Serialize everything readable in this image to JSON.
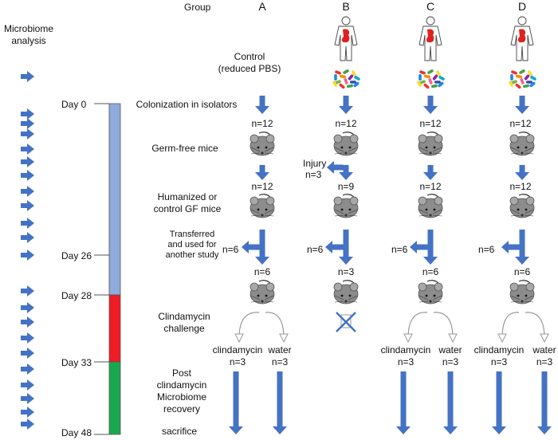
{
  "header": {
    "microbiome_line1": "Microbiome",
    "microbiome_line2": "analysis",
    "group_label": "Group",
    "groups": [
      "A",
      "B",
      "C",
      "D"
    ]
  },
  "timeline": {
    "day0": "Day 0",
    "day26": "Day 26",
    "day28": "Day 28",
    "day33": "Day 33",
    "day48": "Day 48",
    "colors": {
      "colonization": "#8faadc",
      "clindamycin": "#ee1c24",
      "recovery": "#1aa84f"
    }
  },
  "steps": {
    "control_line1": "Control",
    "control_line2": "(reduced PBS)",
    "colonization": "Colonization in isolators",
    "germ_free": "Germ-free mice",
    "humanized_line1": "Humanized or",
    "humanized_line2": "control GF mice",
    "transferred_line1": "Transferred",
    "transferred_line2": "and used for",
    "transferred_line3": "another study",
    "clinda_line1": "Clindamycin",
    "clinda_line2": "challenge",
    "post_line1": "Post",
    "post_line2": "clindamycin",
    "post_line3": "Microbiome",
    "post_line4": "recovery",
    "sacrifice": "sacrifice"
  },
  "counts": {
    "n12": "n=12",
    "n9": "n=9",
    "n6": "n=6",
    "n3": "n=3"
  },
  "injury": {
    "label": "Injury",
    "count": "n=3"
  },
  "treatments": {
    "clindamycin": "clindamycin",
    "water": "water"
  },
  "colors": {
    "arrow": "#4472c4",
    "mouse": "#8c8c8c",
    "cross": "#4472c4"
  }
}
